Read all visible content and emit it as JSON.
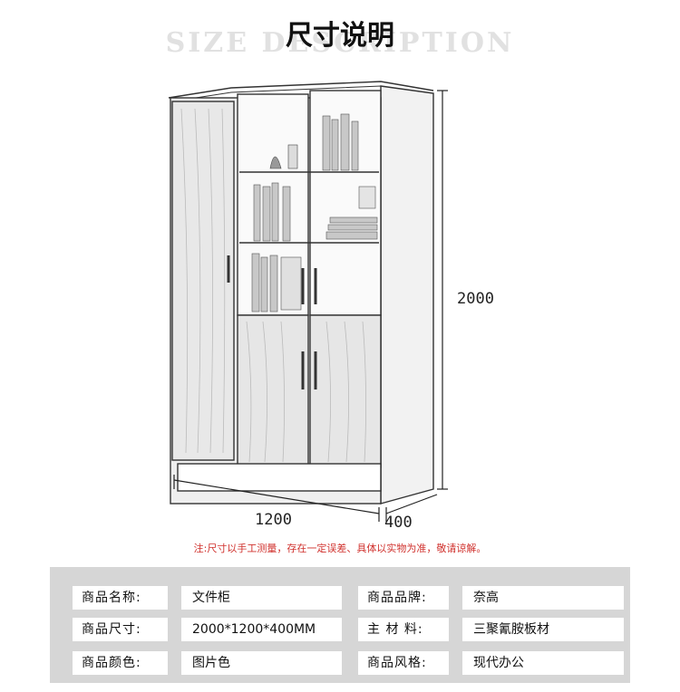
{
  "header": {
    "title_cn": "尺寸说明",
    "title_en": "SIZE DESCRIPTION"
  },
  "dimensions": {
    "height": "2000",
    "width": "1200",
    "depth": "400"
  },
  "note": "注:尺寸以手工测量，存在一定误差、具体以实物为准，敬请谅解。",
  "specs": [
    {
      "label": "商品名称:",
      "value": "文件柜"
    },
    {
      "label": "商品品牌:",
      "value": "奈高"
    },
    {
      "label": "商品尺寸:",
      "value": "2000*1200*400MM"
    },
    {
      "label": "主 材 料:",
      "value": "三聚氰胺板材"
    },
    {
      "label": "商品颜色:",
      "value": "图片色"
    },
    {
      "label": "商品风格:",
      "value": "现代办公"
    }
  ],
  "colors": {
    "note": "#d0312d",
    "panel": "#d6d6d6",
    "watermark": "#e1e1e1"
  }
}
